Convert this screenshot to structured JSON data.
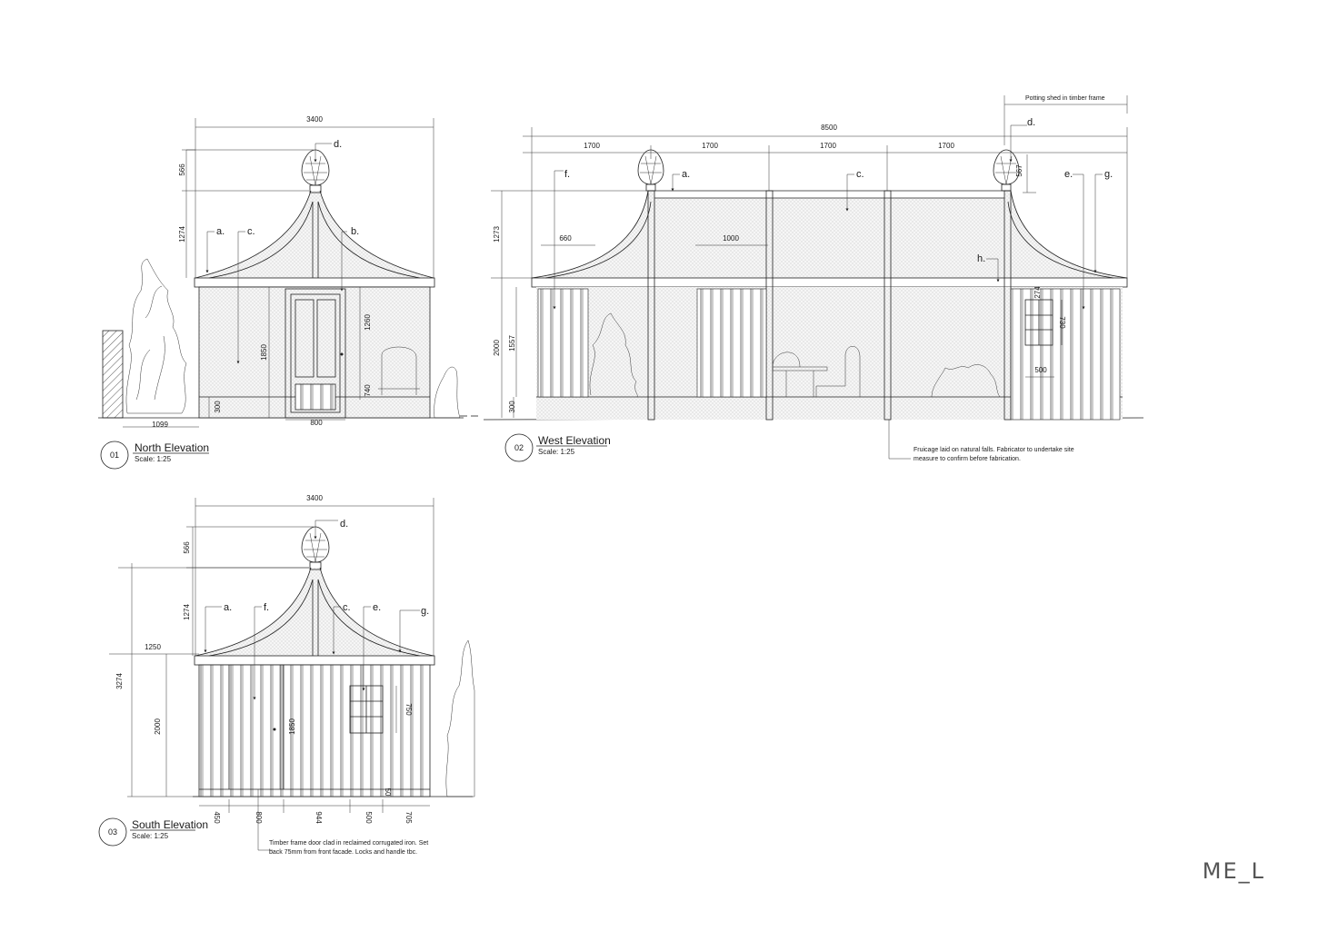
{
  "brand": "ME_L",
  "north": {
    "number": "01",
    "title": "North Elevation",
    "scale": "Scale: 1:25",
    "dims": {
      "width": "3400",
      "top": "566",
      "roof": "1274",
      "door_h": "1850",
      "wall_h": "1260",
      "base": "300",
      "low": "740",
      "door_w": "800",
      "offset": "1099"
    },
    "tags": {
      "a": "a.",
      "b": "b.",
      "c": "c.",
      "d": "d."
    }
  },
  "west": {
    "number": "02",
    "title": "West Elevation",
    "scale": "Scale: 1:25",
    "header_note": "Potting shed in timber frame",
    "dims": {
      "total": "8500",
      "bays": [
        "1700",
        "1700",
        "1700",
        "1700"
      ],
      "roof": "1273",
      "wall": "2000",
      "inner": "1557",
      "base": "300",
      "left": "660",
      "span": "1000",
      "finial": "567",
      "win_w": "500",
      "win_h": "730",
      "win_top": "274"
    },
    "tags": {
      "a": "a.",
      "c": "c.",
      "d": "d.",
      "e": "e.",
      "f": "f.",
      "g": "g.",
      "h": "h."
    },
    "note": [
      "Fruicage laid on natural falls. Fabricator to undertake site",
      "measure to confirm before fabrication."
    ]
  },
  "south": {
    "number": "03",
    "title": "South Elevation",
    "scale": "Scale: 1:25",
    "dims": {
      "width": "3400",
      "top": "566",
      "roof": "1274",
      "eave": "1250",
      "total": "3274",
      "wall": "2000",
      "door": "1850",
      "win": "750",
      "bottom": [
        "450",
        "800",
        "944",
        "500",
        "705"
      ],
      "small": "50"
    },
    "tags": {
      "a": "a.",
      "c": "c.",
      "d": "d.",
      "e": "e.",
      "f": "f.",
      "g": "g."
    },
    "note": [
      "Timber frame door clad in reclaimed corrugated iron. Set",
      "back 75mm from front facade. Locks and handle tbc."
    ]
  }
}
